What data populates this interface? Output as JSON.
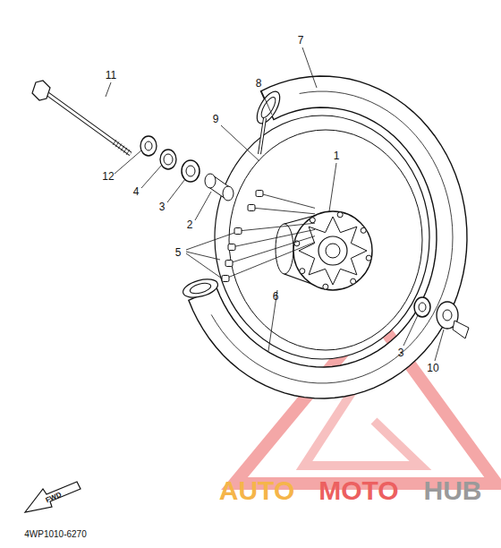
{
  "diagram": {
    "labels": [
      "11",
      "12",
      "4",
      "3",
      "2",
      "5",
      "1",
      "7",
      "8",
      "9",
      "6",
      "3",
      "10",
      "FWD",
      "4WP1010-6270",
      "AUTO",
      "MOTO",
      "HUB"
    ]
  }
}
